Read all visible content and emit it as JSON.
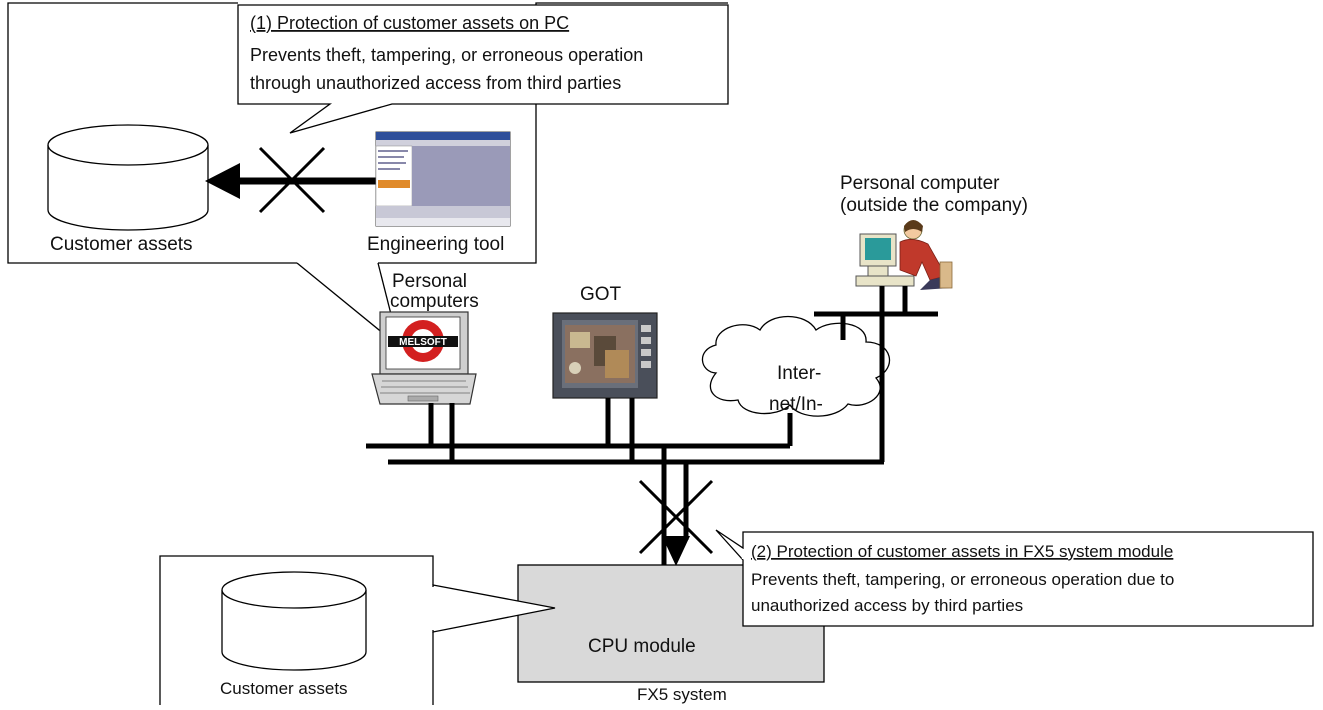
{
  "pc_protection": {
    "title": "(1) Protection of customer assets on PC",
    "line1": "Prevents theft, tampering, or erroneous operation",
    "line2": "through unauthorized access from third parties"
  },
  "fx5_protection": {
    "title": "(2) Protection of customer assets in FX5 system module",
    "line1": "Prevents theft, tampering, or erroneous operation due to",
    "line2": "unauthorized access by third parties"
  },
  "labels": {
    "customer_assets_top": "Customer assets",
    "engineering_tool": "Engineering tool",
    "personal_computers_l1": "Personal",
    "personal_computers_l2": "computers",
    "melsoft": "MELSOFT",
    "got": "GOT",
    "internet_l1": "Inter-",
    "internet_l2": "net/In-",
    "outside_pc_l1": "Personal computer",
    "outside_pc_l2": "(outside the company)",
    "cpu_module": "CPU module",
    "fx5_system": "FX5 system",
    "customer_assets_bottom": "Customer assets"
  },
  "colors": {
    "line": "#000000",
    "cpu_fill": "#d9d9d9",
    "tool_window": "#9a9ab8",
    "got_screen": "#6a6f7a",
    "person_shirt": "#c0392b"
  }
}
